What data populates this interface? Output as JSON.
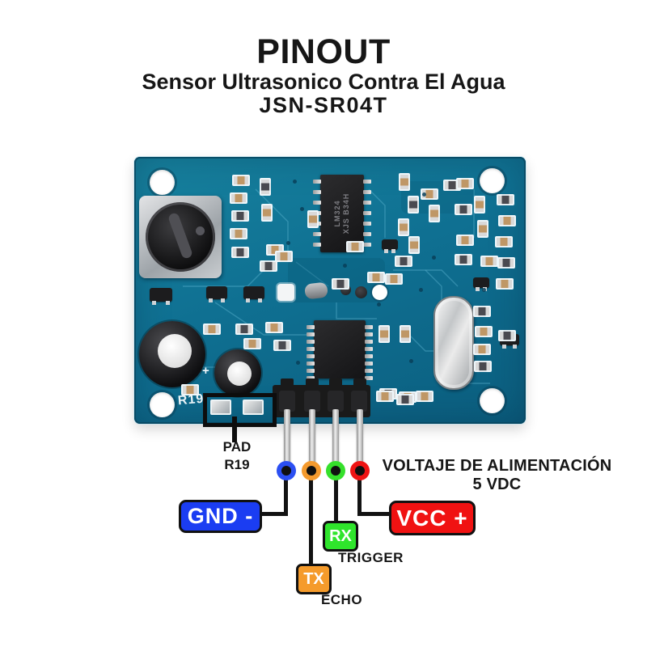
{
  "header": {
    "title": "PINOUT",
    "subtitle": "Sensor Ultrasonico Contra El Agua",
    "model": "JSN-SR04T"
  },
  "board": {
    "silkscreen_r19": "R19",
    "ic_label": "LM324",
    "ic_sublabel": "XJS B34H",
    "plus_mark": "+",
    "board_color": "#0f7092"
  },
  "pins": [
    {
      "name": "GND",
      "label": "GND -",
      "box_color": "#1b3df2",
      "dot_color": "#2b4ff2"
    },
    {
      "name": "TX",
      "label": "TX",
      "signal": "ECHO",
      "box_color": "#f59b2b",
      "dot_color": "#f49a2e"
    },
    {
      "name": "RX",
      "label": "RX",
      "signal": "TRIGGER",
      "box_color": "#2fe52c",
      "dot_color": "#35e02b"
    },
    {
      "name": "VCC",
      "label": "VCC +",
      "box_color": "#f01212",
      "dot_color": "#ef1414"
    }
  ],
  "annotations": {
    "pad_line1": "PAD",
    "pad_line2": "R19",
    "voltage_line1": "VOLTAJE DE ALIMENTACIÓN",
    "voltage_line2": "5 VDC"
  }
}
